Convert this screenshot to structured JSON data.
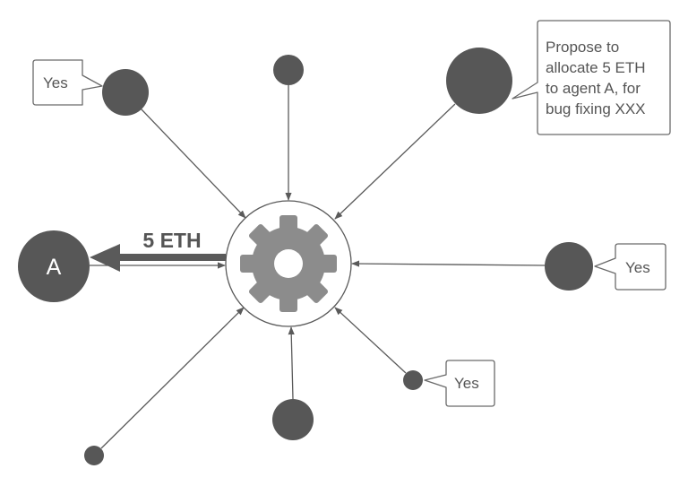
{
  "diagram": {
    "hub": {
      "icon": "gear-icon"
    },
    "agent": {
      "label": "A"
    },
    "transfer": {
      "label": "5 ETH"
    },
    "bubbles": {
      "top_left_vote": "Yes",
      "proposal": [
        "Propose to",
        "allocate 5 ETH",
        "to agent A, for",
        "bug fixing XXX"
      ],
      "right_vote": "Yes",
      "bottom_right_vote": "Yes"
    },
    "colors": {
      "node": "#575757",
      "gear": "#8c8c8c",
      "edge": "#5a5a5a"
    }
  }
}
